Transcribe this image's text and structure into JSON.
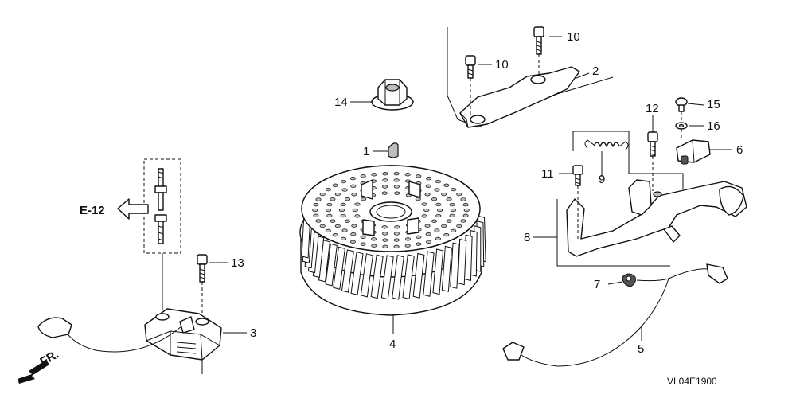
{
  "diagram": {
    "drawing_code": "VL04E1900",
    "reference": "E-12",
    "front_marker": "FR.",
    "callouts": [
      {
        "id": "c1",
        "text": "1"
      },
      {
        "id": "c2",
        "text": "2"
      },
      {
        "id": "c3",
        "text": "3"
      },
      {
        "id": "c4",
        "text": "4"
      },
      {
        "id": "c5",
        "text": "5"
      },
      {
        "id": "c6",
        "text": "6"
      },
      {
        "id": "c7",
        "text": "7"
      },
      {
        "id": "c8",
        "text": "8"
      },
      {
        "id": "c9",
        "text": "9"
      },
      {
        "id": "c10a",
        "text": "10"
      },
      {
        "id": "c10b",
        "text": "10"
      },
      {
        "id": "c11",
        "text": "11"
      },
      {
        "id": "c12",
        "text": "12"
      },
      {
        "id": "c13",
        "text": "13"
      },
      {
        "id": "c14",
        "text": "14"
      },
      {
        "id": "c15",
        "text": "15"
      },
      {
        "id": "c16",
        "text": "16"
      }
    ]
  }
}
